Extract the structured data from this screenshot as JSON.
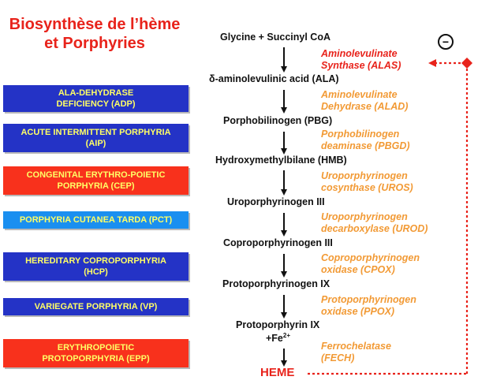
{
  "title": {
    "line1": "Biosynthèse de l’hème",
    "line2": "et Porphyries"
  },
  "pathway": {
    "start": "Glycine + Succinyl CoA",
    "steps": [
      "δ-aminolevulinic acid (ALA)",
      "Porphobilinogen (PBG)",
      "Hydroxymethylbilane (HMB)",
      "Uroporphyrinogen III",
      "Coproporphyrinogen III",
      "Protoporphyrinogen IX",
      "Protoporphyrin IX"
    ],
    "iron": "+Fe",
    "iron_charge": "2+",
    "end": "HEME"
  },
  "enzymes": [
    {
      "line1": "Aminolevulinate",
      "line2": "Synthase (ALAS)"
    },
    {
      "line1": "Aminolevulinate",
      "line2": "Dehydrase (ALAD)"
    },
    {
      "line1": "Porphobilinogen",
      "line2": "deaminase (PBGD)"
    },
    {
      "line1": "Uroporphyrinogen",
      "line2": "cosynthase (UROS)"
    },
    {
      "line1": "Uroporphyrinogen",
      "line2": "decarboxylase (UROD)"
    },
    {
      "line1": "Coproporphyrinogen",
      "line2": "oxidase (CPOX)"
    },
    {
      "line1": "Protoporphyrinogen",
      "line2": "oxidase (PPOX)"
    },
    {
      "line1": "Ferrochelatase",
      "line2": "(FECH)"
    }
  ],
  "diseases": [
    {
      "line1": "ALA-DEHYDRASE",
      "line2": "DEFICIENCY (ADP)",
      "color": "#2433c6"
    },
    {
      "line1": "ACUTE INTERMITTENT PORPHYRIA",
      "line2": "(AIP)",
      "color": "#2433c6"
    },
    {
      "line1": "CONGENITAL ERYTHRO-POIETIC",
      "line2": "PORPHYRIA (CEP)",
      "color": "#f8311c"
    },
    {
      "line1": "PORPHYRIA CUTANEA TARDA (PCT)",
      "line2": "",
      "color": "#1a8ff0"
    },
    {
      "line1": "HEREDITARY COPROPORPHYRIA",
      "line2": "(HCP)",
      "color": "#2433c6"
    },
    {
      "line1": "VARIEGATE PORPHYRIA  (VP)",
      "line2": "",
      "color": "#2433c6"
    },
    {
      "line1": "ERYTHROPOIETIC",
      "line2": "PROTOPORPHYRIA (EPP)",
      "color": "#f8311c"
    }
  ],
  "feedback": {
    "symbol": "−"
  }
}
